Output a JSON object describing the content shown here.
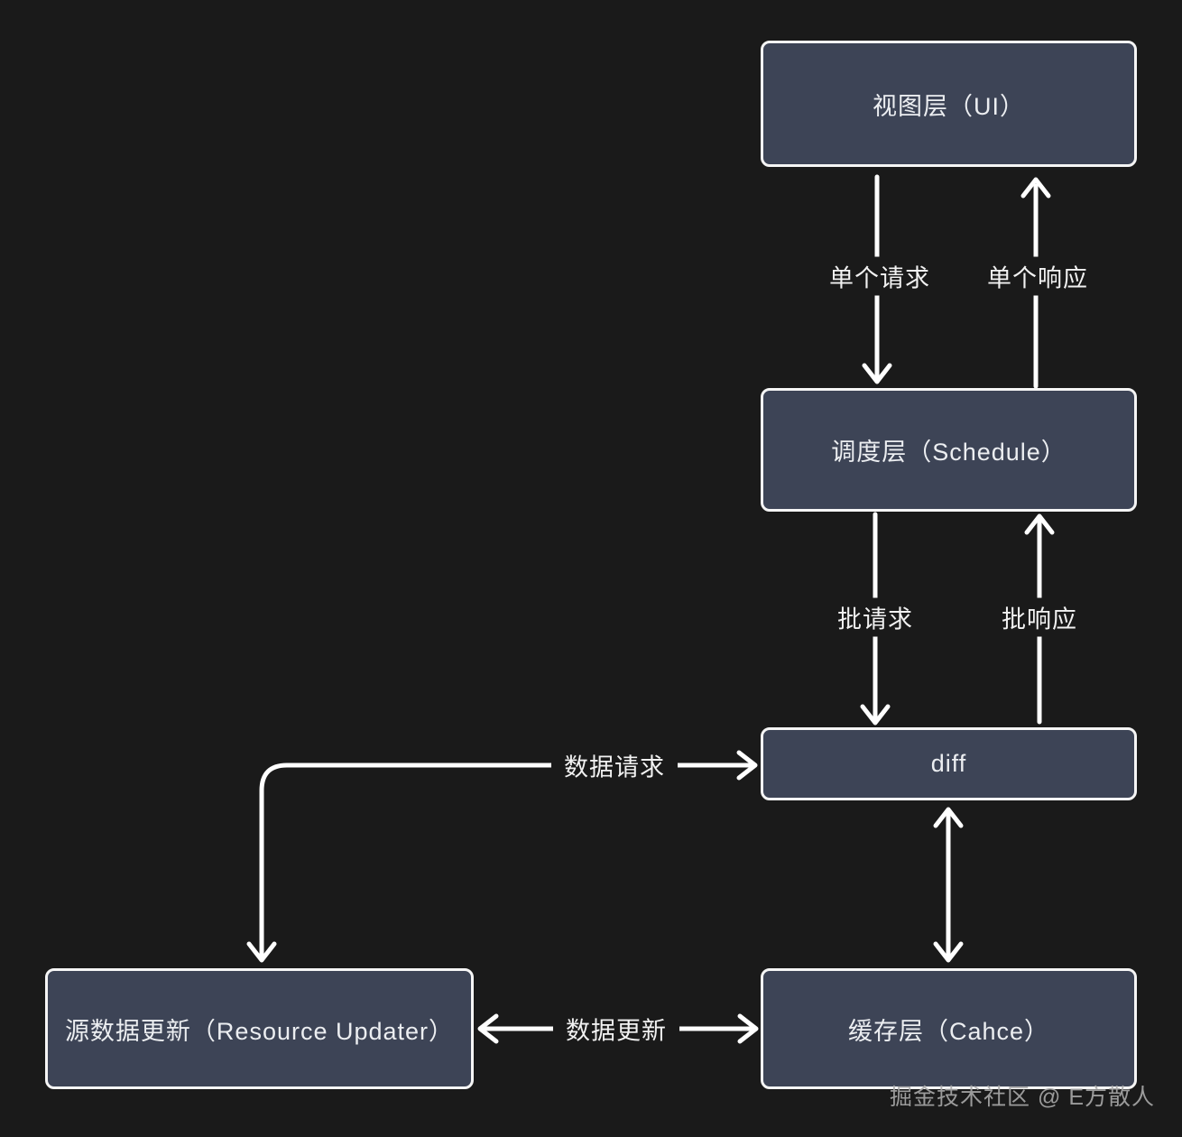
{
  "diagram": {
    "nodes": {
      "view": {
        "label": "视图层（UI）"
      },
      "schedule": {
        "label": "调度层（Schedule）"
      },
      "diff": {
        "label": "diff"
      },
      "resource": {
        "label": "源数据更新（Resource Updater）"
      },
      "cache": {
        "label": "缓存层（Cahce）"
      }
    },
    "edge_labels": {
      "single_request": "单个请求",
      "single_response": "单个响应",
      "batch_request": "批请求",
      "batch_response": "批响应",
      "data_request": "数据请求",
      "data_update": "数据更新"
    },
    "colors": {
      "background": "#1a1a1a",
      "node_fill": "#3d4456",
      "node_border": "#f5f5f5",
      "arrow": "#ffffff",
      "text": "#eceef1",
      "watermark": "#a9a9a9"
    }
  },
  "watermark": {
    "text": "掘金技术社区 @ E方散人"
  }
}
